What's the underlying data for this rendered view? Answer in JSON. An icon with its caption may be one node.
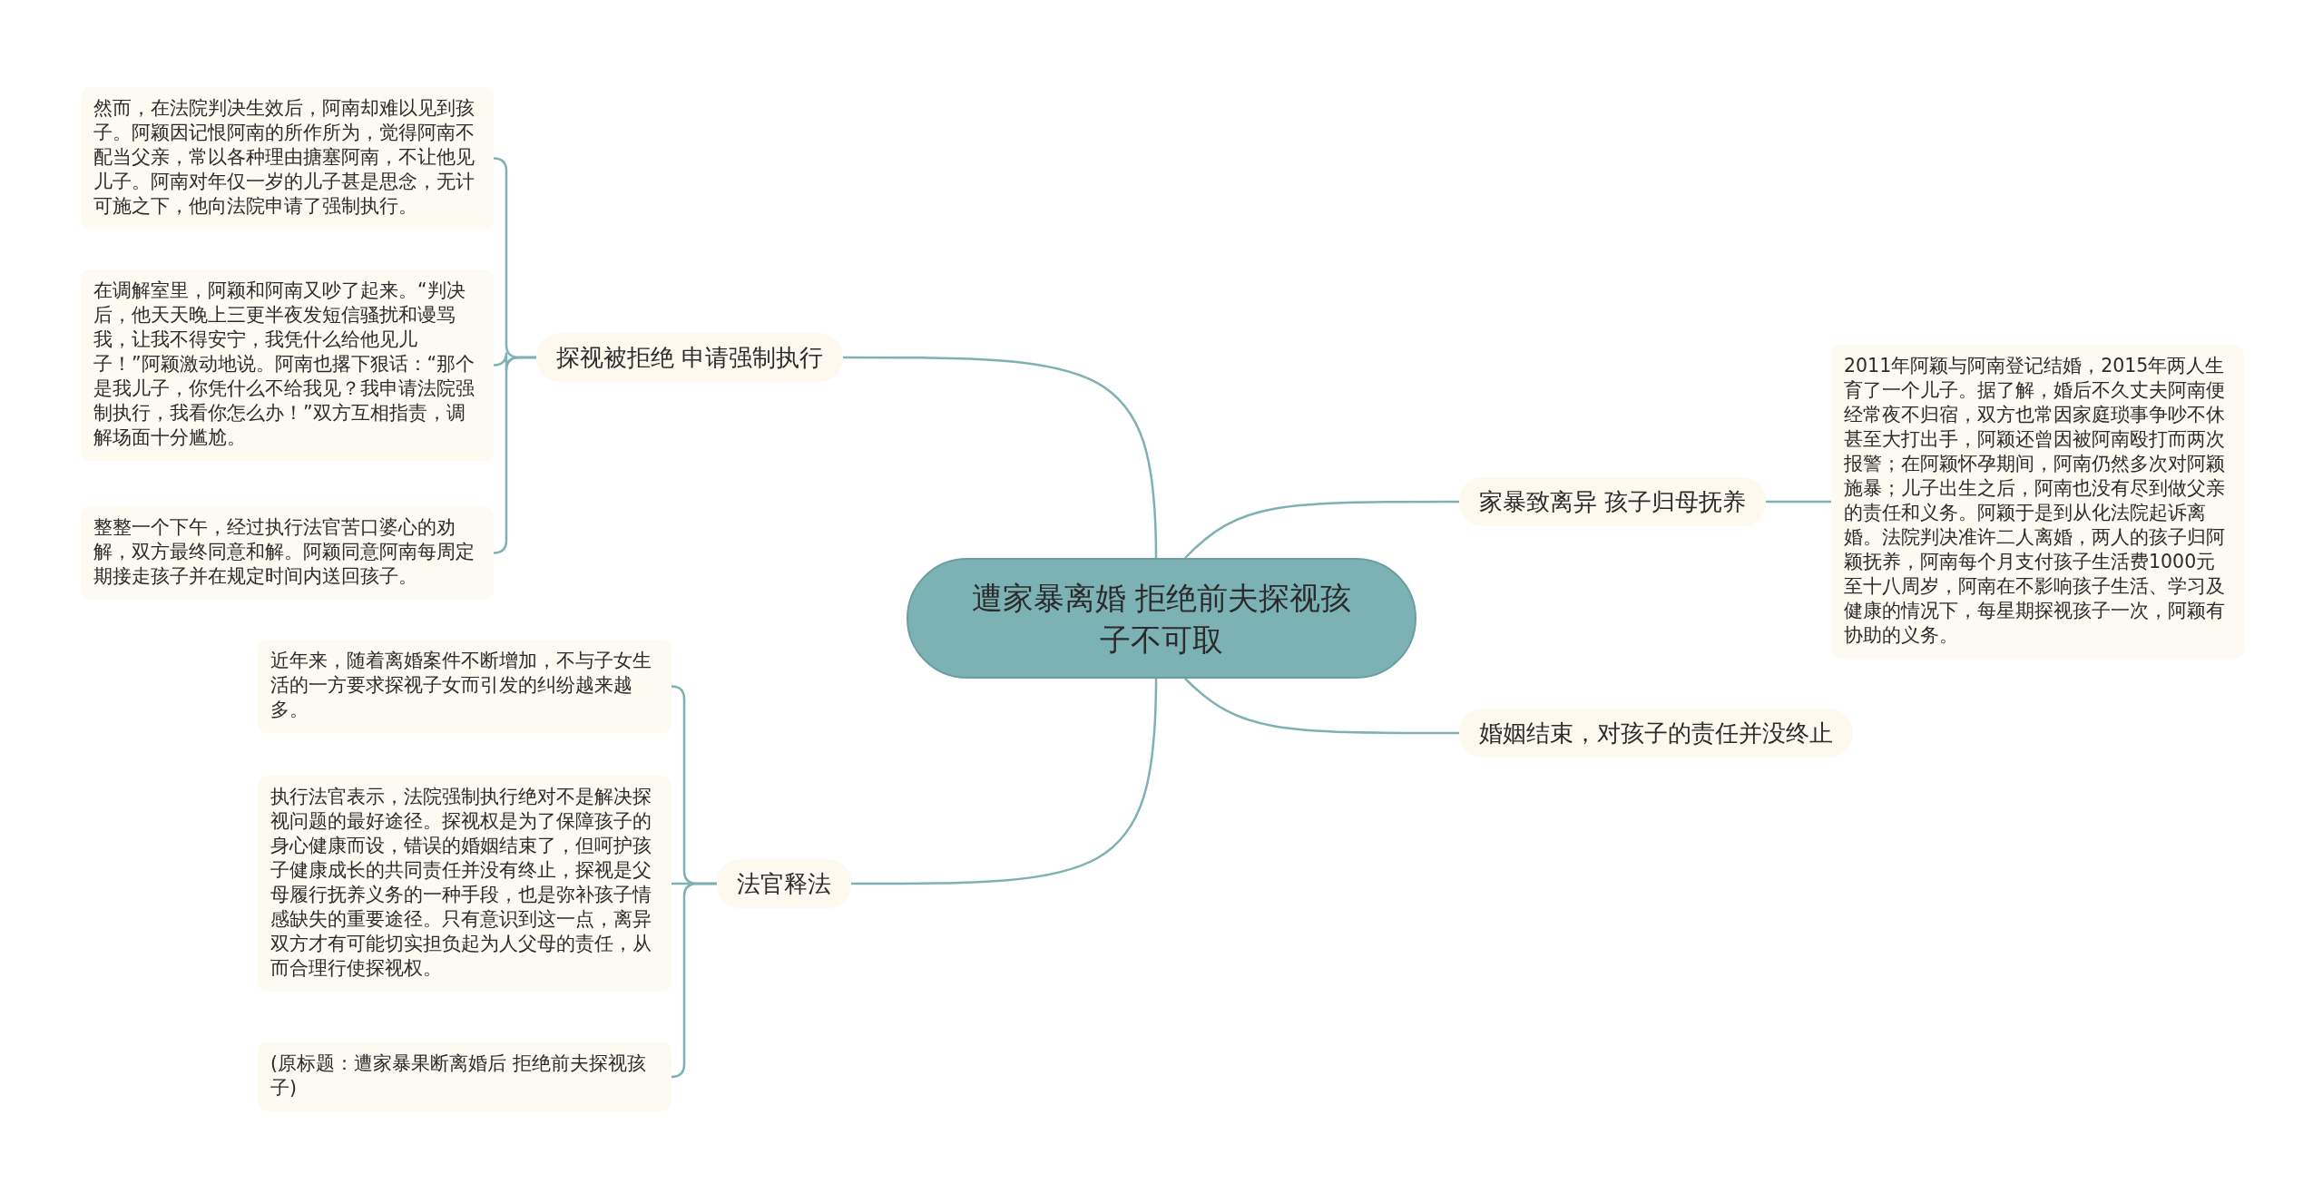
{
  "diagram": {
    "nodes": [
      {
        "text": [
          "遭家暴离婚 拒绝前夫探视孩子不可取"
        ]
      },
      {
        "text": [
          "探视被拒绝 申请强制执行"
        ]
      },
      {
        "text": [
          "然而，在法院判决生效后，阿南却难以见到孩子。阿颖因记恨阿南的所作所为，觉得阿南不配当父亲，常以各种理由搪塞阿南，不让他见儿子。阿南对年仅一岁的儿子甚是思念，无计可施之下，他向法院申请了强制执行。"
        ]
      },
      {
        "text": [
          "在调解室里，阿颖和阿南又吵了起来。“判决后，他天天晚上三更半夜发短信骚扰和谩骂我，让我不得安宁，我凭什么给他见儿子！”阿颖激动地说。阿南也撂下狠话：“那个是我儿子，你凭什么不给我见？我申请法院强制执行，我看你怎么办！”双方互相指责，调解场面十分尴尬。"
        ]
      },
      {
        "text": [
          "整整一个下午，经过执行法官苦口婆心的劝解，双方最终同意和解。阿颖同意阿南每周定期接走孩子并在规定时间内送回孩子。"
        ]
      },
      {
        "text": [
          "家暴致离异 孩子归母抚养"
        ]
      },
      {
        "text": [
          "2011年阿颖与阿南登记结婚，2015年两人生育了一个儿子。据了解，婚后不久丈夫阿南便经常夜不归宿，双方也常因家庭琐事争吵不休甚至大打出手，阿颖还曾因被阿南殴打而两次报警；在阿颖怀孕期间，阿南仍然多次对阿颖施暴；儿子出生之后，阿南也没有尽到做父亲的责任和义务。阿颖于是到从化法院起诉离婚。法院判决准许二人离婚，两人的孩子归阿颖抚养，阿南每个月支付孩子生活费1000元至十八周岁，阿南在不影响孩子生活、学习及健康的情况下，每星期探视孩子一次，阿颖有协助的义务。"
        ]
      },
      {
        "text": [
          "婚姻结束，对孩子的责任并没终止"
        ]
      },
      {
        "text": [
          "法官释法"
        ]
      },
      {
        "text": [
          "近年来，随着离婚案件不断增加，不与子女生活的一方要求探视子女而引发的纠纷越来越多。"
        ]
      },
      {
        "text": [
          "执行法官表示，法院强制执行绝对不是解决探视问题的最好途径。探视权是为了保障孩子的身心健康而设，错误的婚姻结束了，但呵护孩子健康成长的共同责任并没有终止，探视是父母履行抚养义务的一种手段，也是弥补孩子情感缺失的重要途径。只有意识到这一点，离异双方才有可能切实担负起为人父母的责任，从而合理行使探视权。"
        ]
      },
      {
        "text": [
          "(原标题：遭家暴果断离婚后 拒绝前夫探视孩子)"
        ]
      }
    ],
    "edges": [
      {
        "from": 0,
        "to": 1,
        "arrow": "none"
      },
      {
        "from": 1,
        "to": 2,
        "arrow": "none"
      },
      {
        "from": 1,
        "to": 3,
        "arrow": "none"
      },
      {
        "from": 1,
        "to": 4,
        "arrow": "none"
      },
      {
        "from": 0,
        "to": 5,
        "arrow": "none"
      },
      {
        "from": 5,
        "to": 6,
        "arrow": "none"
      },
      {
        "from": 0,
        "to": 7,
        "arrow": "none"
      },
      {
        "from": 0,
        "to": 8,
        "arrow": "none"
      },
      {
        "from": 8,
        "to": 9,
        "arrow": "none"
      },
      {
        "from": 8,
        "to": 10,
        "arrow": "none"
      },
      {
        "from": 8,
        "to": 11,
        "arrow": "none"
      }
    ]
  }
}
